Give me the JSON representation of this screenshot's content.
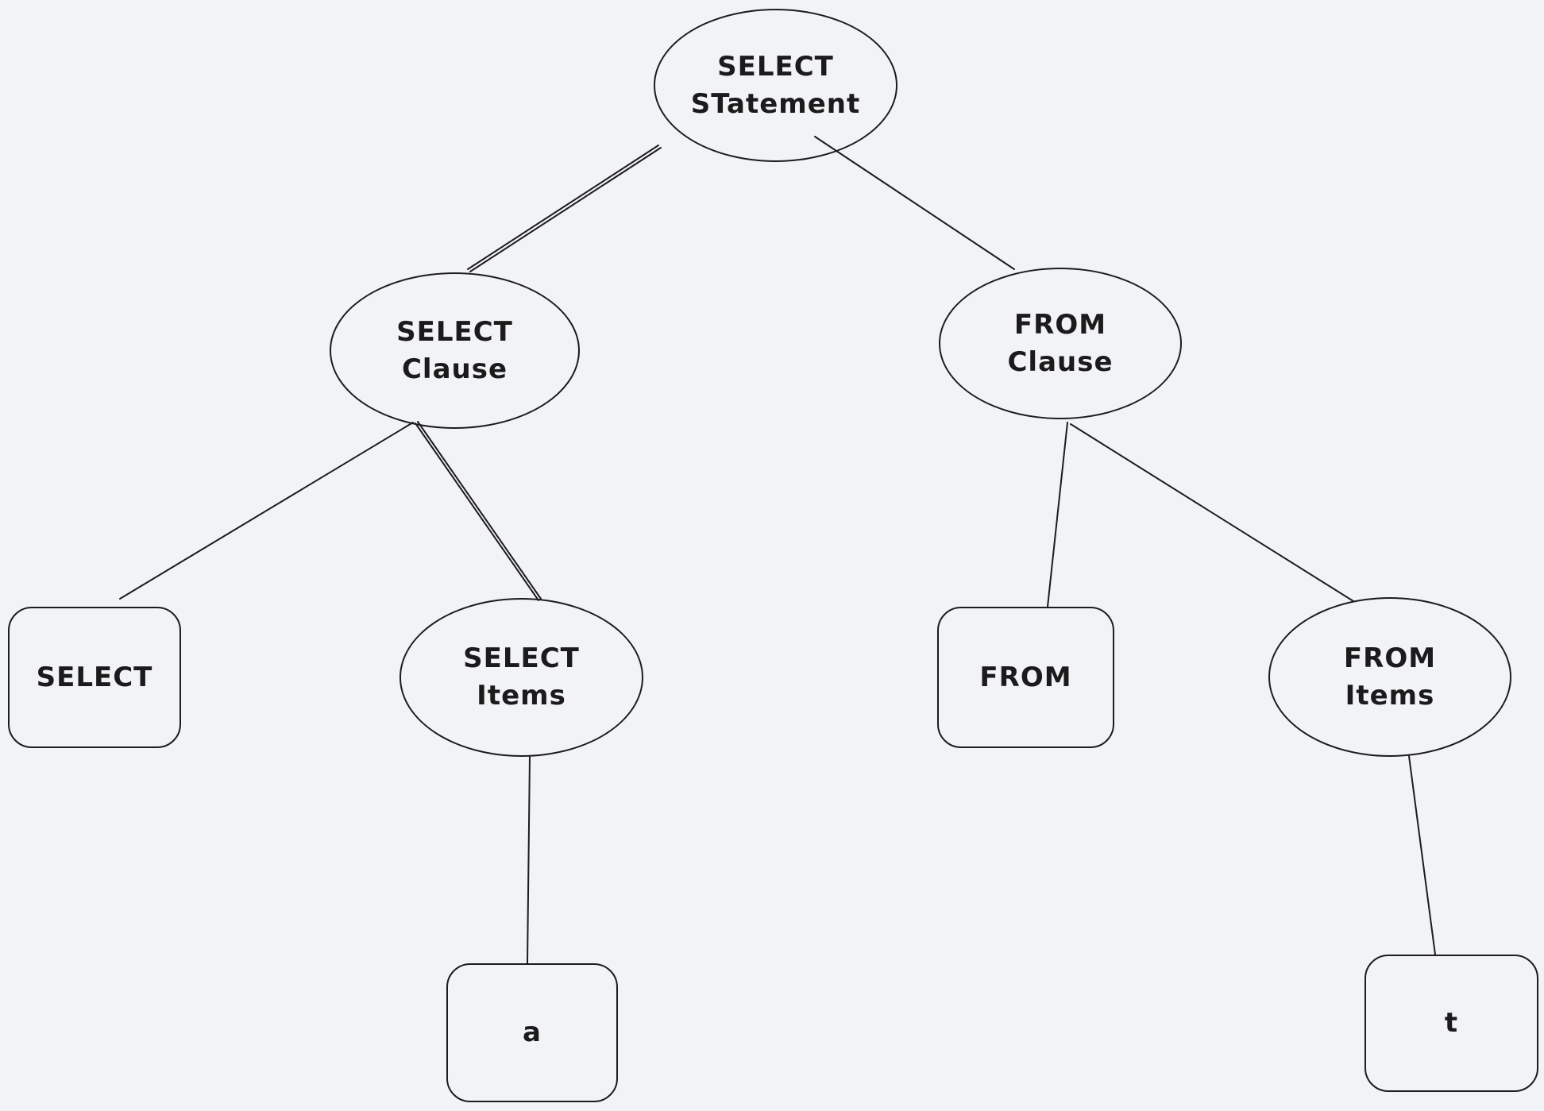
{
  "canvas": {
    "background_color": "#f2f3f6",
    "stroke_color": "#1c1c1c",
    "text_color": "#1b1b1b"
  },
  "diagram": {
    "type": "tree",
    "nodes": {
      "select_statement": {
        "label": "SELECT\nSTatement",
        "shape": "ellipse"
      },
      "select_clause": {
        "label": "SELECT\nClause",
        "shape": "ellipse"
      },
      "from_clause": {
        "label": "FROM\nClause",
        "shape": "ellipse"
      },
      "select_keyword": {
        "label": "SELECT",
        "shape": "rectangle"
      },
      "select_items": {
        "label": "SELECT\nItems",
        "shape": "ellipse"
      },
      "from_keyword": {
        "label": "FROM",
        "shape": "rectangle"
      },
      "from_items": {
        "label": "FROM\nItems",
        "shape": "ellipse"
      },
      "a": {
        "label": "a",
        "shape": "rectangle"
      },
      "t": {
        "label": "t",
        "shape": "rectangle"
      }
    },
    "edges": [
      {
        "from": "select_statement",
        "to": "select_clause"
      },
      {
        "from": "select_statement",
        "to": "from_clause"
      },
      {
        "from": "select_clause",
        "to": "select_keyword"
      },
      {
        "from": "select_clause",
        "to": "select_items"
      },
      {
        "from": "from_clause",
        "to": "from_keyword"
      },
      {
        "from": "from_clause",
        "to": "from_items"
      },
      {
        "from": "select_items",
        "to": "a"
      },
      {
        "from": "from_items",
        "to": "t"
      }
    ]
  }
}
